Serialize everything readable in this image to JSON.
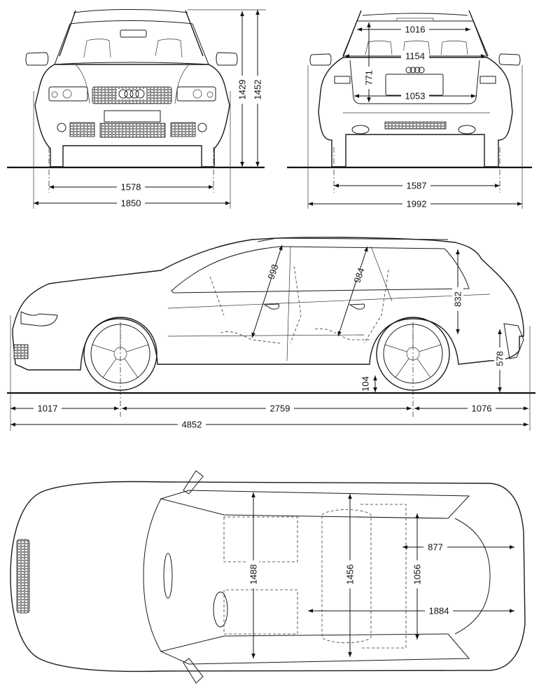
{
  "drawing": {
    "subject": "Estate car dimension blueprint",
    "units": "mm",
    "views": {
      "front": {
        "dimensions": {
          "front_track": "1578",
          "width": "1850",
          "height_body": "1429",
          "height_total": "1452"
        }
      },
      "rear": {
        "dimensions": {
          "inner_width_top": "1016",
          "inner_width_shoulder": "1154",
          "loading_width": "1053",
          "tailgate_height": "771",
          "rear_track": "1587",
          "width_with_mirrors": "1992"
        }
      },
      "side": {
        "dimensions": {
          "front_headroom": "998",
          "rear_headroom": "984",
          "rear_opening_height": "832",
          "loading_sill_height": "578",
          "ground_clearance": "104",
          "front_overhang": "1017",
          "wheelbase": "2759",
          "rear_overhang": "1076",
          "length": "4852"
        }
      },
      "top": {
        "dimensions": {
          "front_shoulder_width": "1488",
          "rear_shoulder_width": "1456",
          "cargo_width": "1056",
          "cargo_length_seat_up": "877",
          "cargo_length_seat_down": "1884"
        }
      }
    }
  }
}
